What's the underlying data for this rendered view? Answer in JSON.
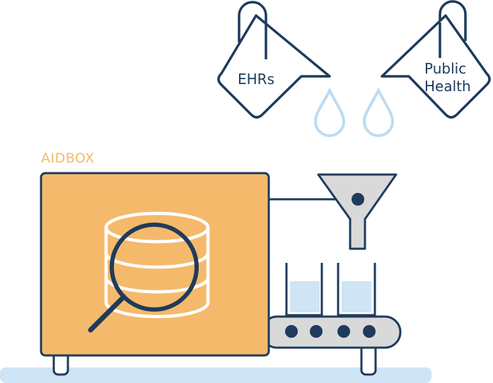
{
  "labels": {
    "aidbox": "AIDBOX",
    "source_ehrs": "EHRs",
    "source_public_line1": "Public",
    "source_public_line2": "Health"
  },
  "colors": {
    "navy": "#1f3b5c",
    "orange": "#f5b96b",
    "orange_text": "#f4b96a",
    "light_blue": "#cfe4f4",
    "drop_blue": "#bcdcf1",
    "grey": "#d9d9d9",
    "white": "#ffffff"
  },
  "icons": {
    "machine_content": "database-search-icon",
    "funnel": "funnel-icon",
    "droplets": "water-drop-icon"
  }
}
